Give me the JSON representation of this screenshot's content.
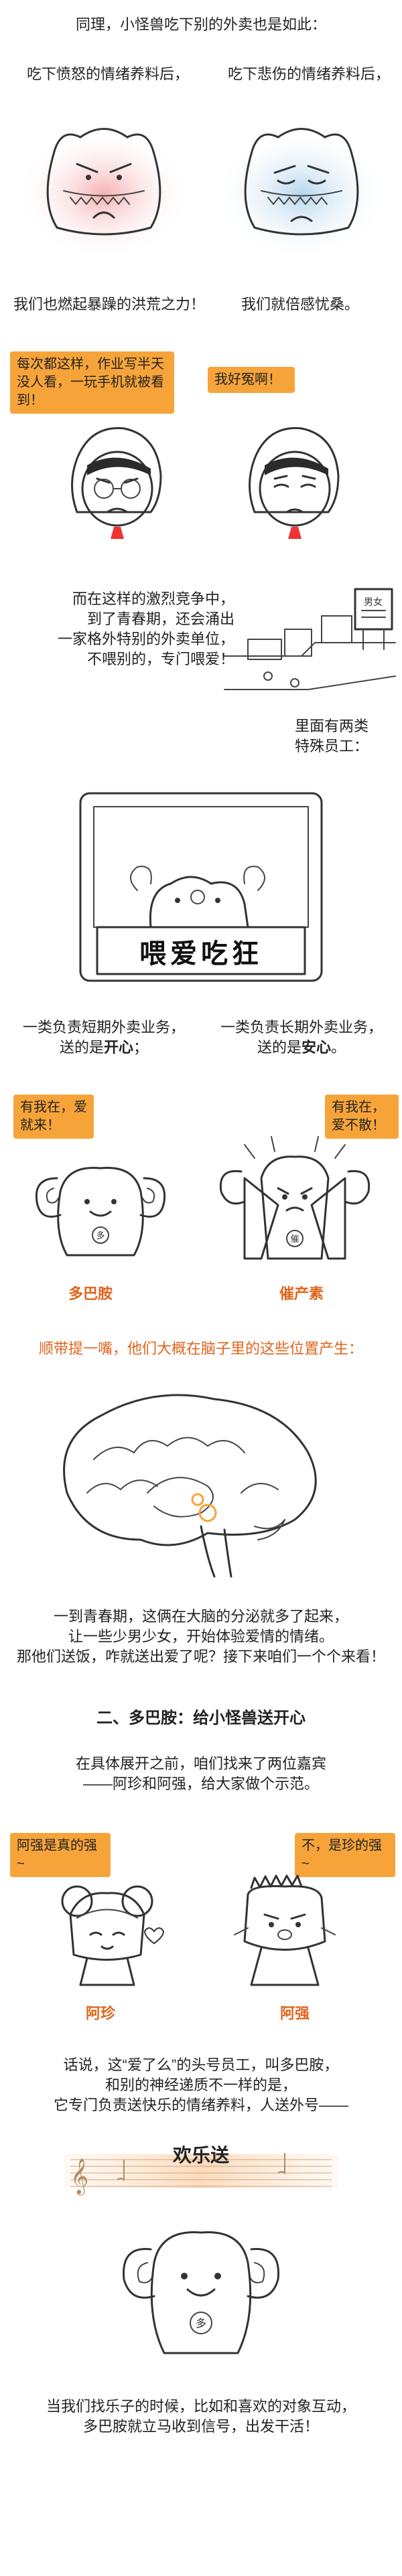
{
  "section1": {
    "intro": "同理，小怪兽吃下别的外卖也是如此：",
    "left_caption": "吃下愤怒的情绪养料后，",
    "right_caption": "吃下悲伤的情绪养料后，",
    "left_result": "我们也燃起暴躁的洪荒之力！",
    "right_result": "我们就倍感忧桑。",
    "left_bubble": "每次都这样，作业写半天没人看，一玩手机就被看到！",
    "right_bubble": "我好冤啊！"
  },
  "section2": {
    "para_lines": [
      "而在这样的激烈竞争中，",
      "到了青春期，还会涌出",
      "一家格外特别的外卖单位，",
      "不喂别的，专门喂爱！"
    ],
    "para2_lines": [
      "里面有两类",
      "特殊员工："
    ],
    "sign": "喂爱吃狂",
    "box_label": "男女"
  },
  "section3": {
    "left_lines": [
      "一类负责短期外卖业务，",
      "送的是"
    ],
    "left_em": "开心",
    "left_end": "；",
    "right_lines": [
      "一类负责长期外卖业务，",
      "送的是"
    ],
    "right_em": "安心",
    "right_end": "。",
    "left_bubble": "有我在，爱就来！",
    "right_bubble": "有我在，爱不散！",
    "left_name": "多巴胺",
    "right_name": "催产素",
    "note": "顺带提一嘴，他们大概在脑子里的这些位置产生："
  },
  "section4": {
    "lines": [
      "一到青春期，这俩在大脑的分泌就多了起来，",
      "让一些少男少女，开始体验爱情的情绪。",
      "那他们送饭，咋就送出爱了呢？接下来咱们一个个来看！"
    ],
    "heading": "二、多巴胺：给小怪兽送开心",
    "intro_lines": [
      "在具体展开之前，咱们找来了两位嘉宾",
      "——阿珍和阿强，给大家做个示范。"
    ],
    "left_bubble": "阿强是真的强~",
    "right_bubble": "不，是珍的强~",
    "left_name": "阿珍",
    "right_name": "阿强"
  },
  "section5": {
    "lines": [
      "话说，这“爱了么”的头号员工，叫多巴胺，",
      "和别的神经递质不一样的是，",
      "它专门负责送快乐的情绪养料，人送外号——"
    ],
    "nickname": "欢乐送",
    "badge": "多",
    "end_lines": [
      "当我们找乐子的时候，比如和喜欢的对象互动，",
      "多巴胺就立马收到信号，出发干活！"
    ]
  },
  "colors": {
    "accent": "#e0641b",
    "bubble": "#f6a43a"
  }
}
